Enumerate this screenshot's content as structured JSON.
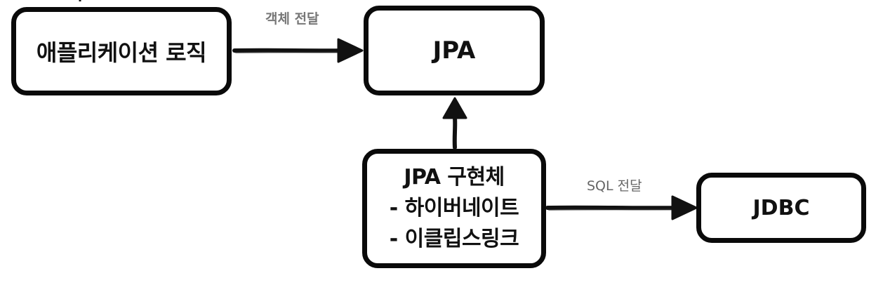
{
  "nodes": {
    "application_logic": "애플리케이션 로직",
    "jpa": "JPA",
    "jpa_impl": {
      "title": "JPA 구현체",
      "line1": "- 하이버네이트",
      "line2": "- 이클립스링크"
    },
    "jdbc": "JDBC"
  },
  "edges": {
    "app_to_jpa_label": "객체 전달",
    "impl_to_jdbc_label": "SQL 전달"
  },
  "colors": {
    "stroke": "#0a0a0a",
    "label": "#777777"
  }
}
